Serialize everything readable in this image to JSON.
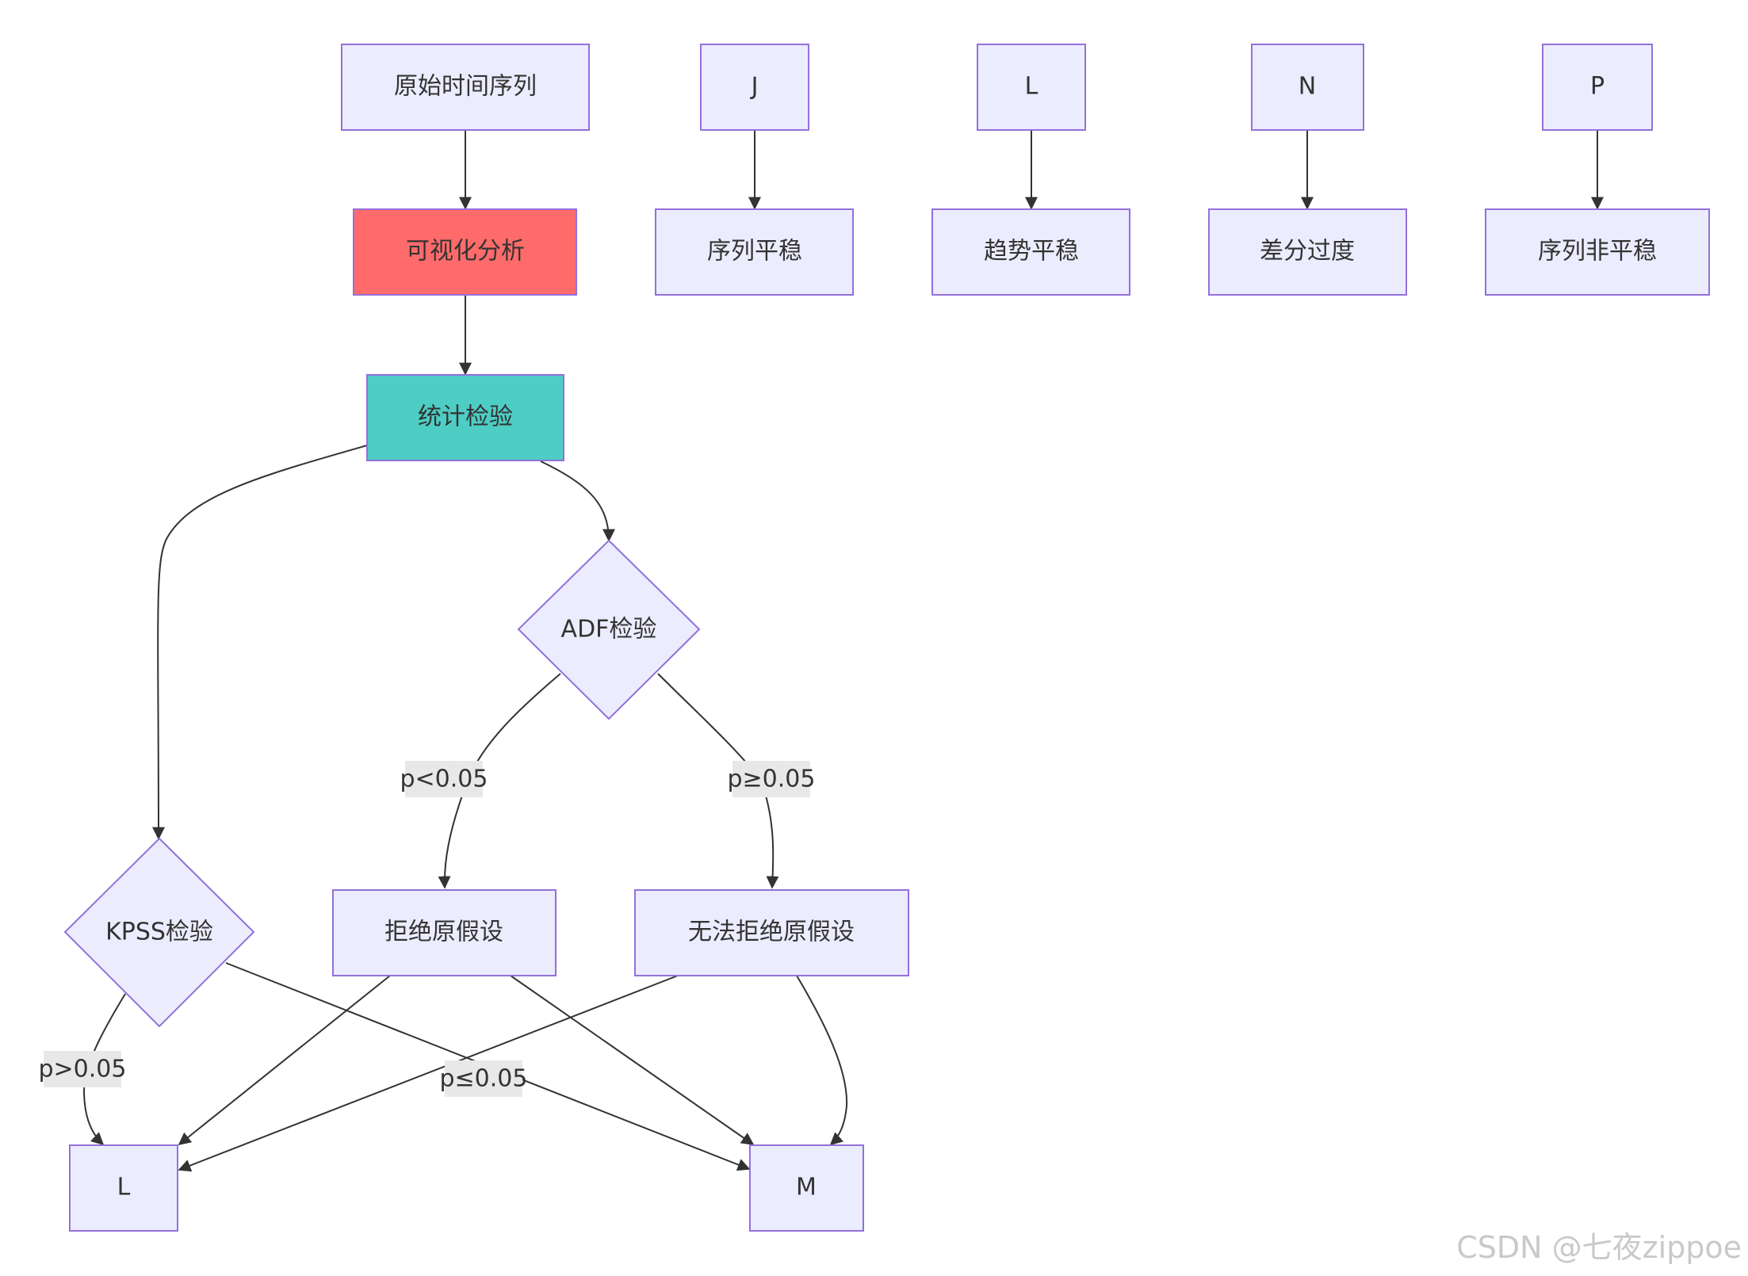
{
  "colors": {
    "node_fill": "#ECECFF",
    "node_stroke": "#9370DB",
    "highlight_red": "#FF6B6B",
    "highlight_teal": "#4ECDC4",
    "edge": "#333333",
    "edge_label_bg": "#e8e8e8"
  },
  "nodes": {
    "raw_series": "原始时间序列",
    "visual_analysis": "可视化分析",
    "statistical_test": "统计检验",
    "adf_test": "ADF检验",
    "kpss_test": "KPSS检验",
    "reject_null": "拒绝原假设",
    "fail_to_reject_null": "无法拒绝原假设",
    "l_bottom": "L",
    "m_bottom": "M",
    "j_top": "J",
    "l_top": "L",
    "n_top": "N",
    "p_top": "P",
    "series_stationary": "序列平稳",
    "trend_stationary": "趋势平稳",
    "over_differenced": "差分过度",
    "series_nonstationary": "序列非平稳"
  },
  "edge_labels": {
    "adf_p_less": "p<0.05",
    "adf_p_geq": "p≥0.05",
    "kpss_p_greater": "p>0.05",
    "kpss_p_leq": "p≤0.05"
  },
  "watermark": "CSDN @七夜zippoe"
}
